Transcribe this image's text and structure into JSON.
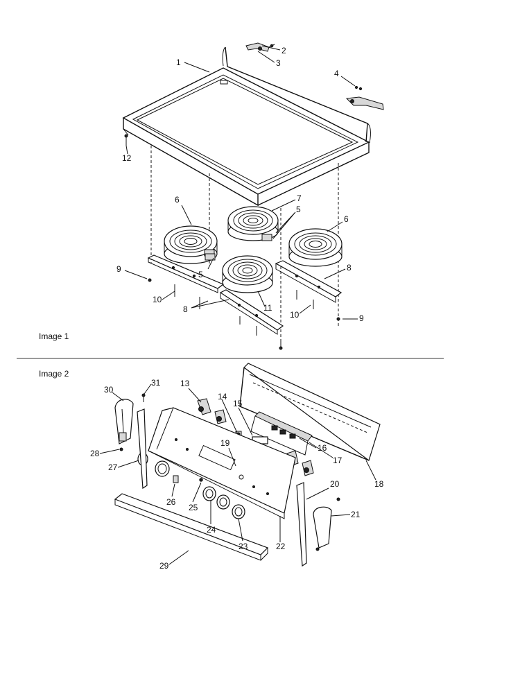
{
  "sections": [
    {
      "label": "Image 1"
    },
    {
      "label": "Image 2"
    }
  ],
  "callouts": {
    "image1": [
      "1",
      "2",
      "3",
      "4",
      "5",
      "5",
      "6",
      "6",
      "7",
      "8",
      "8",
      "9",
      "9",
      "10",
      "10",
      "11",
      "12"
    ],
    "image2": [
      "13",
      "14",
      "15",
      "16",
      "17",
      "18",
      "19",
      "20",
      "21",
      "22",
      "23",
      "24",
      "25",
      "26",
      "27",
      "28",
      "29",
      "30",
      "31"
    ]
  }
}
